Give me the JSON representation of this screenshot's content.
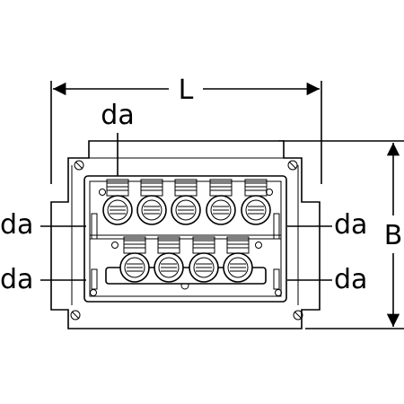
{
  "dimensions": {
    "width_label": "L",
    "height_label": "B"
  },
  "labels": {
    "top_center": "da",
    "left_upper": "da",
    "left_lower": "da",
    "right_upper": "da",
    "right_lower": "da"
  },
  "fittings": {
    "upper_row_count": 5,
    "lower_row_count": 4
  }
}
